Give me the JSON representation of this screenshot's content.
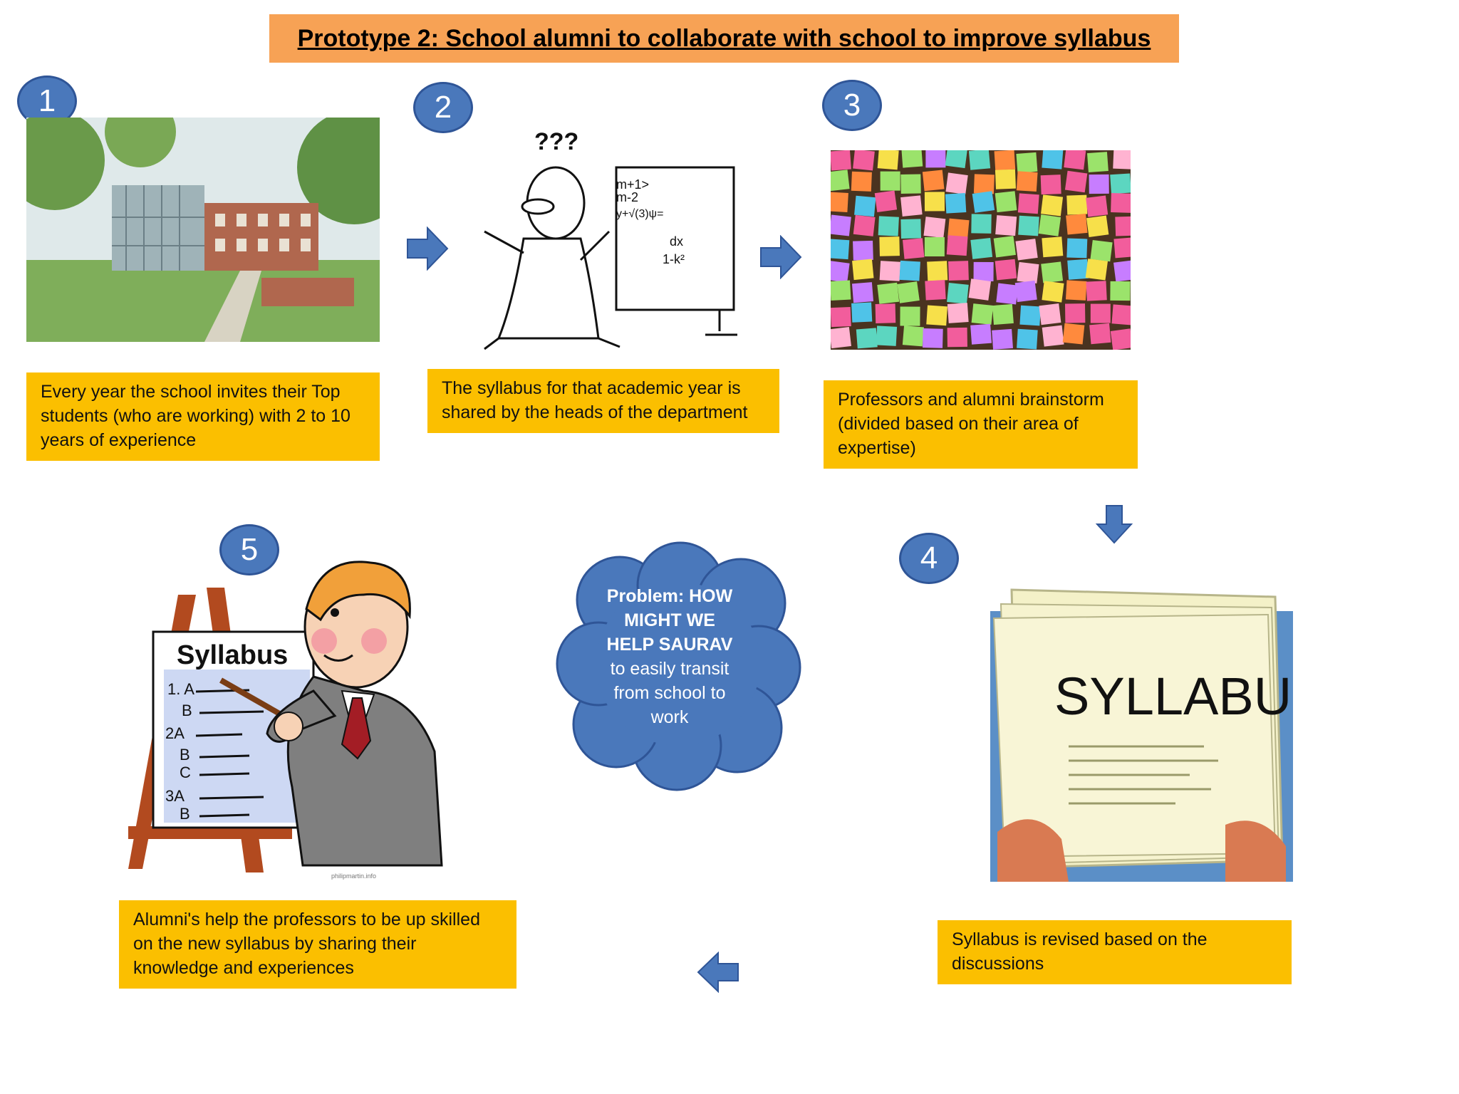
{
  "title": "Prototype 2: School alumni to collaborate with school to improve syllabus",
  "steps": [
    {
      "number": "1",
      "caption": "Every year the school invites their Top students (who are working)  with 2 to 10 years of experience"
    },
    {
      "number": "2",
      "caption": "The syllabus for that academic year is shared by the heads of the department"
    },
    {
      "number": "3",
      "caption": "Professors and alumni brainstorm (divided based on their area of expertise)"
    },
    {
      "number": "4",
      "caption": "Syllabus is revised based on the discussions"
    },
    {
      "number": "5",
      "caption": "Alumni's help the professors to be up skilled on the new syllabus by sharing their knowledge and experiences"
    }
  ],
  "problem": {
    "line1": "Problem: HOW",
    "line2": "MIGHT WE",
    "line3": "HELP SAURAV",
    "line4": "to easily transit",
    "line5": "from school to",
    "line6": "work"
  },
  "illustrations": {
    "board_formula_1": "m+1>",
    "board_formula_2": "m-2",
    "board_formula_3": "y+√(3)ψ=",
    "board_formula_4": "dx",
    "board_formula_5": "1-k²",
    "question_marks": "???",
    "syllabus_poster_title": "Syllabus",
    "syllabus_poster_items": [
      "1. A",
      "B",
      "2A",
      "B",
      "C",
      "3A",
      "B"
    ],
    "syllabus_paper_title": "SYLLABUS",
    "credit": "philipmartin.info"
  },
  "colors": {
    "title_bg": "#f7a255",
    "caption_bg": "#fbbf00",
    "badge": "#4a78bb",
    "arrow": "#4a78bb",
    "cloud": "#4a78bb"
  },
  "icons": [
    "arrow-right-icon",
    "arrow-down-icon",
    "arrow-left-icon",
    "cloud-icon"
  ]
}
